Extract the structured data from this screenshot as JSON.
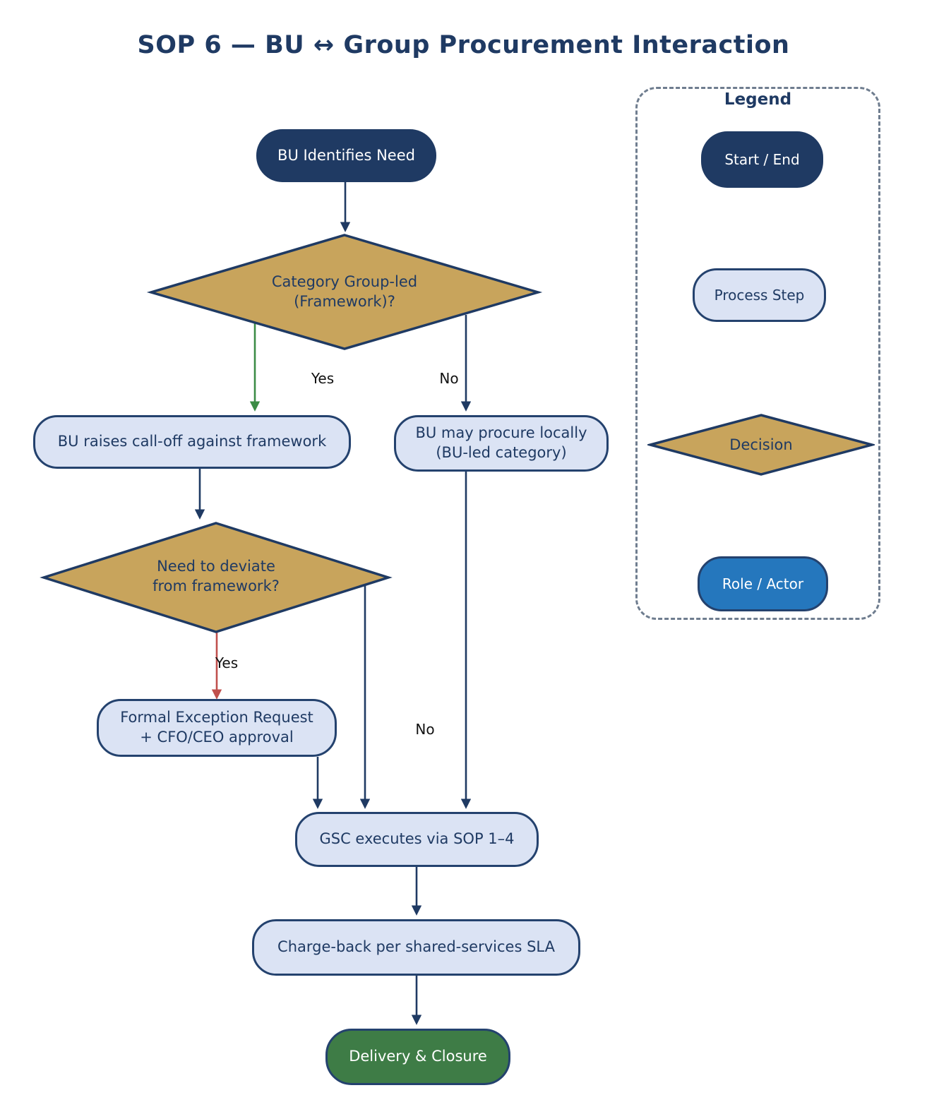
{
  "title": "SOP 6 — BU ↔ Group Procurement Interaction",
  "legend": {
    "title": "Legend",
    "items": {
      "start_end": "Start / End",
      "process": "Process Step",
      "decision": "Decision",
      "role": "Role / Actor"
    }
  },
  "nodes": {
    "start": {
      "label": "BU Identifies Need",
      "type": "start-end"
    },
    "decision_framework": {
      "label": "Category Group-led\n(Framework)?",
      "type": "decision"
    },
    "call_off": {
      "label": "BU raises call-off against framework",
      "type": "process"
    },
    "procure_locally": {
      "label": "BU may procure locally\n(BU-led category)",
      "type": "process"
    },
    "decision_deviate": {
      "label": "Need to deviate\nfrom framework?",
      "type": "decision"
    },
    "exception": {
      "label": "Formal Exception Request\n+ CFO/CEO approval",
      "type": "process"
    },
    "gsc": {
      "label": "GSC executes via SOP 1–4",
      "type": "process"
    },
    "chargeback": {
      "label": "Charge-back per shared-services SLA",
      "type": "process"
    },
    "delivery": {
      "label": "Delivery & Closure",
      "type": "end"
    }
  },
  "edge_labels": {
    "framework_yes": "Yes",
    "framework_no": "No",
    "deviate_yes": "Yes",
    "deviate_no": "No"
  },
  "flow_edges": [
    {
      "from": "start",
      "to": "decision_framework",
      "label": ""
    },
    {
      "from": "decision_framework",
      "to": "call_off",
      "label": "Yes"
    },
    {
      "from": "decision_framework",
      "to": "procure_locally",
      "label": "No"
    },
    {
      "from": "call_off",
      "to": "decision_deviate",
      "label": ""
    },
    {
      "from": "decision_deviate",
      "to": "exception",
      "label": "Yes"
    },
    {
      "from": "decision_deviate",
      "to": "gsc",
      "label": "No"
    },
    {
      "from": "procure_locally",
      "to": "gsc",
      "label": ""
    },
    {
      "from": "exception",
      "to": "gsc",
      "label": ""
    },
    {
      "from": "gsc",
      "to": "chargeback",
      "label": ""
    },
    {
      "from": "chargeback",
      "to": "delivery",
      "label": ""
    }
  ],
  "colors": {
    "navy": "#1f3a63",
    "process_fill": "#dbe3f4",
    "decision_fill": "#c8a45c",
    "end_fill": "#3e7c46",
    "role_fill": "#2577bd",
    "edge_navy": "#1f3a63",
    "edge_yes_green": "#3c8c46",
    "edge_yes_red": "#c0504d",
    "legend_border": "#6f7d8f"
  }
}
